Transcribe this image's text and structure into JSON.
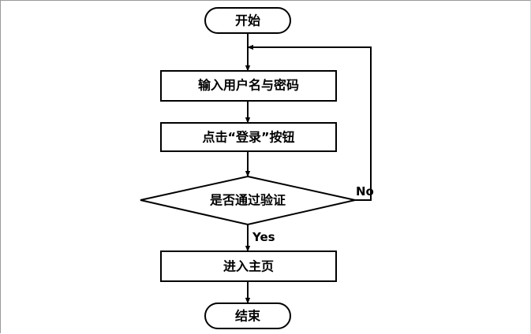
{
  "flowchart": {
    "start": "开始",
    "step_input": "输入用户名与密码",
    "step_click": "点击“登录”按钮",
    "decision": "是否通过验证",
    "step_home": "进入主页",
    "end": "结束",
    "label_no": "No",
    "label_yes": "Yes"
  }
}
